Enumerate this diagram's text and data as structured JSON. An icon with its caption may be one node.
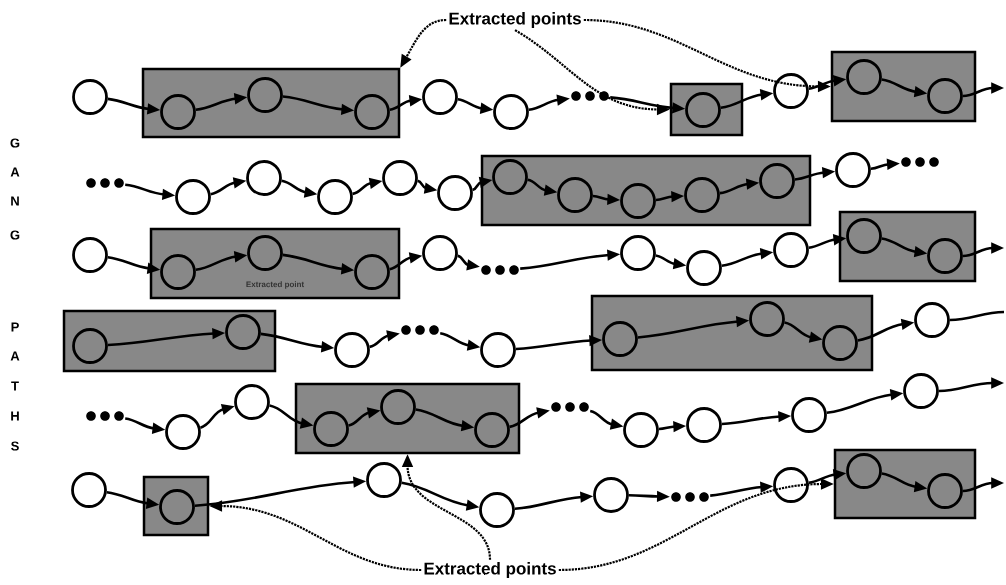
{
  "diagram": {
    "nodes": [
      {
        "text": [
          "Extracted points"
        ]
      },
      {
        "text": [],
        "shape": "circle"
      },
      {
        "text": [],
        "shape": "box"
      },
      {
        "text": [],
        "shape": "circle",
        "in": 2
      },
      {
        "text": [],
        "shape": "circle",
        "in": 2
      },
      {
        "text": [],
        "shape": "circle",
        "in": 2
      },
      {
        "text": [],
        "shape": "circle"
      },
      {
        "text": [],
        "shape": "circle"
      },
      {
        "text": [],
        "shape": "ellipsis"
      },
      {
        "text": [],
        "shape": "box"
      },
      {
        "text": [],
        "shape": "circle",
        "in": 9
      },
      {
        "text": [],
        "shape": "circle"
      },
      {
        "text": [],
        "shape": "box"
      },
      {
        "text": [],
        "shape": "circle",
        "in": 12
      },
      {
        "text": [],
        "shape": "circle",
        "in": 12
      },
      {
        "text": [],
        "shape": "ellipsis"
      },
      {
        "text": [],
        "shape": "circle"
      },
      {
        "text": [],
        "shape": "circle"
      },
      {
        "text": [],
        "shape": "circle"
      },
      {
        "text": [],
        "shape": "circle"
      },
      {
        "text": [],
        "shape": "circle"
      },
      {
        "text": [],
        "shape": "box"
      },
      {
        "text": [],
        "shape": "circle",
        "in": 21
      },
      {
        "text": [],
        "shape": "circle",
        "in": 21
      },
      {
        "text": [],
        "shape": "circle",
        "in": 21
      },
      {
        "text": [],
        "shape": "circle",
        "in": 21
      },
      {
        "text": [],
        "shape": "circle",
        "in": 21
      },
      {
        "text": [],
        "shape": "circle"
      },
      {
        "text": [],
        "shape": "ellipsis"
      },
      {
        "text": [],
        "shape": "circle"
      },
      {
        "text": [
          "Extracted point"
        ]
      },
      {
        "text": [],
        "shape": "circle",
        "in": 30
      },
      {
        "text": [],
        "shape": "circle",
        "in": 30
      },
      {
        "text": [],
        "shape": "circle",
        "in": 30
      },
      {
        "text": [],
        "shape": "circle"
      },
      {
        "text": [],
        "shape": "ellipsis"
      },
      {
        "text": [],
        "shape": "circle"
      },
      {
        "text": [],
        "shape": "circle"
      },
      {
        "text": [],
        "shape": "circle"
      },
      {
        "text": [],
        "shape": "box"
      },
      {
        "text": [],
        "shape": "circle",
        "in": 39
      },
      {
        "text": [],
        "shape": "circle",
        "in": 39
      },
      {
        "text": [],
        "shape": "box"
      },
      {
        "text": [],
        "shape": "circle",
        "in": 42
      },
      {
        "text": [],
        "shape": "circle",
        "in": 42
      },
      {
        "text": [],
        "shape": "circle"
      },
      {
        "text": [],
        "shape": "ellipsis"
      },
      {
        "text": [],
        "shape": "circle"
      },
      {
        "text": [],
        "shape": "box"
      },
      {
        "text": [],
        "shape": "circle",
        "in": 48
      },
      {
        "text": [],
        "shape": "circle",
        "in": 48
      },
      {
        "text": [],
        "shape": "circle",
        "in": 48
      },
      {
        "text": [],
        "shape": "circle"
      },
      {
        "text": [],
        "shape": "ellipsis"
      },
      {
        "text": [],
        "shape": "circle"
      },
      {
        "text": [],
        "shape": "circle"
      },
      {
        "text": [],
        "shape": "box"
      },
      {
        "text": [],
        "shape": "circle",
        "in": 56
      },
      {
        "text": [],
        "shape": "circle",
        "in": 56
      },
      {
        "text": [],
        "shape": "circle",
        "in": 56
      },
      {
        "text": [],
        "shape": "ellipsis"
      },
      {
        "text": [],
        "shape": "circle"
      },
      {
        "text": [],
        "shape": "circle"
      },
      {
        "text": [],
        "shape": "circle"
      },
      {
        "text": [],
        "shape": "circle"
      },
      {
        "text": [],
        "shape": "circle"
      },
      {
        "text": [],
        "shape": "box"
      },
      {
        "text": [],
        "shape": "circle",
        "in": 66
      },
      {
        "text": [],
        "shape": "circle"
      },
      {
        "text": [],
        "shape": "circle"
      },
      {
        "text": [],
        "shape": "circle"
      },
      {
        "text": [],
        "shape": "ellipsis"
      },
      {
        "text": [],
        "shape": "circle"
      },
      {
        "text": [],
        "shape": "box"
      },
      {
        "text": [],
        "shape": "circle",
        "in": 73
      },
      {
        "text": [],
        "shape": "circle",
        "in": 73
      },
      {
        "text": [
          "Extracted points"
        ]
      }
    ],
    "edges": [
      {
        "from": 1,
        "to": 3,
        "arrow": "to"
      },
      {
        "from": 3,
        "to": 4,
        "arrow": "to"
      },
      {
        "from": 4,
        "to": 5,
        "arrow": "to"
      },
      {
        "from": 5,
        "to": 6,
        "arrow": "to"
      },
      {
        "from": 6,
        "to": 7,
        "arrow": "to"
      },
      {
        "from": 7,
        "to": 8,
        "arrow": "to"
      },
      {
        "from": 8,
        "to": 10,
        "arrow": "to"
      },
      {
        "from": 10,
        "to": 11,
        "arrow": "to"
      },
      {
        "from": 11,
        "to": 13,
        "arrow": "to"
      },
      {
        "from": 13,
        "to": 14,
        "arrow": "to"
      },
      {
        "from": 14,
        "to": null,
        "arrow": "to"
      },
      {
        "from": 15,
        "to": 16,
        "arrow": "to"
      },
      {
        "from": 16,
        "to": 17,
        "arrow": "to"
      },
      {
        "from": 17,
        "to": 18,
        "arrow": "to"
      },
      {
        "from": 18,
        "to": 19,
        "arrow": "to"
      },
      {
        "from": 19,
        "to": 20,
        "arrow": "to"
      },
      {
        "from": 20,
        "to": 22,
        "arrow": "to"
      },
      {
        "from": 22,
        "to": 23,
        "arrow": "to"
      },
      {
        "from": 23,
        "to": 24,
        "arrow": "to"
      },
      {
        "from": 24,
        "to": 25,
        "arrow": "to"
      },
      {
        "from": 25,
        "to": 26,
        "arrow": "to"
      },
      {
        "from": 26,
        "to": 27,
        "arrow": "to"
      },
      {
        "from": 27,
        "to": 28,
        "arrow": "to"
      },
      {
        "from": 29,
        "to": 31,
        "arrow": "to"
      },
      {
        "from": 31,
        "to": 32,
        "arrow": "to"
      },
      {
        "from": 32,
        "to": 33,
        "arrow": "to"
      },
      {
        "from": 33,
        "to": 34,
        "arrow": "to"
      },
      {
        "from": 34,
        "to": 35,
        "arrow": "to"
      },
      {
        "from": 35,
        "to": 36,
        "arrow": "to"
      },
      {
        "from": 36,
        "to": 37,
        "arrow": "to"
      },
      {
        "from": 37,
        "to": 38,
        "arrow": "to"
      },
      {
        "from": 38,
        "to": 40,
        "arrow": "to"
      },
      {
        "from": 40,
        "to": 41,
        "arrow": "to"
      },
      {
        "from": 41,
        "to": null,
        "arrow": "to"
      },
      {
        "from": 43,
        "to": 44,
        "arrow": "to"
      },
      {
        "from": 44,
        "to": 45,
        "arrow": "to"
      },
      {
        "from": 45,
        "to": 46,
        "arrow": "to"
      },
      {
        "from": 46,
        "to": 47,
        "arrow": "to"
      },
      {
        "from": 47,
        "to": 49,
        "arrow": "to"
      },
      {
        "from": 49,
        "to": 50,
        "arrow": "to"
      },
      {
        "from": 50,
        "to": 51,
        "arrow": "to"
      },
      {
        "from": 51,
        "to": 52,
        "arrow": "to"
      },
      {
        "from": 52,
        "to": null,
        "arrow": "none"
      },
      {
        "from": 53,
        "to": 54,
        "arrow": "to"
      },
      {
        "from": 54,
        "to": 55,
        "arrow": "to"
      },
      {
        "from": 55,
        "to": 57,
        "arrow": "to"
      },
      {
        "from": 57,
        "to": 58,
        "arrow": "to"
      },
      {
        "from": 58,
        "to": 59,
        "arrow": "to"
      },
      {
        "from": 59,
        "to": 60,
        "arrow": "to"
      },
      {
        "from": 60,
        "to": 61,
        "arrow": "to"
      },
      {
        "from": 61,
        "to": 62,
        "arrow": "to"
      },
      {
        "from": 62,
        "to": 63,
        "arrow": "to"
      },
      {
        "from": 63,
        "to": 64,
        "arrow": "to"
      },
      {
        "from": 64,
        "to": null,
        "arrow": "to"
      },
      {
        "from": 65,
        "to": 67,
        "arrow": "to"
      },
      {
        "from": 67,
        "to": 68,
        "arrow": "to"
      },
      {
        "from": 68,
        "to": 69,
        "arrow": "to"
      },
      {
        "from": 69,
        "to": 70,
        "arrow": "to"
      },
      {
        "from": 70,
        "to": 71,
        "arrow": "to"
      },
      {
        "from": 71,
        "to": 72,
        "arrow": "to"
      },
      {
        "from": 72,
        "to": 74,
        "arrow": "to"
      },
      {
        "from": 74,
        "to": 75,
        "arrow": "to"
      },
      {
        "from": 75,
        "to": null,
        "arrow": "to"
      },
      {
        "from": 0,
        "to": 2,
        "arrow": "to",
        "style": "dashed"
      },
      {
        "from": 0,
        "to": 9,
        "arrow": "to",
        "style": "dashed"
      },
      {
        "from": 0,
        "to": 12,
        "arrow": "to",
        "style": "dashed"
      },
      {
        "from": 76,
        "to": 66,
        "arrow": "to",
        "style": "dashed"
      },
      {
        "from": 76,
        "to": 56,
        "arrow": "to",
        "style": "dashed"
      },
      {
        "from": 76,
        "to": 73,
        "arrow": "to",
        "style": "dashed"
      }
    ],
    "labels": [
      "G",
      "A",
      "N",
      "G",
      "P",
      "A",
      "T",
      "H",
      "S"
    ]
  }
}
